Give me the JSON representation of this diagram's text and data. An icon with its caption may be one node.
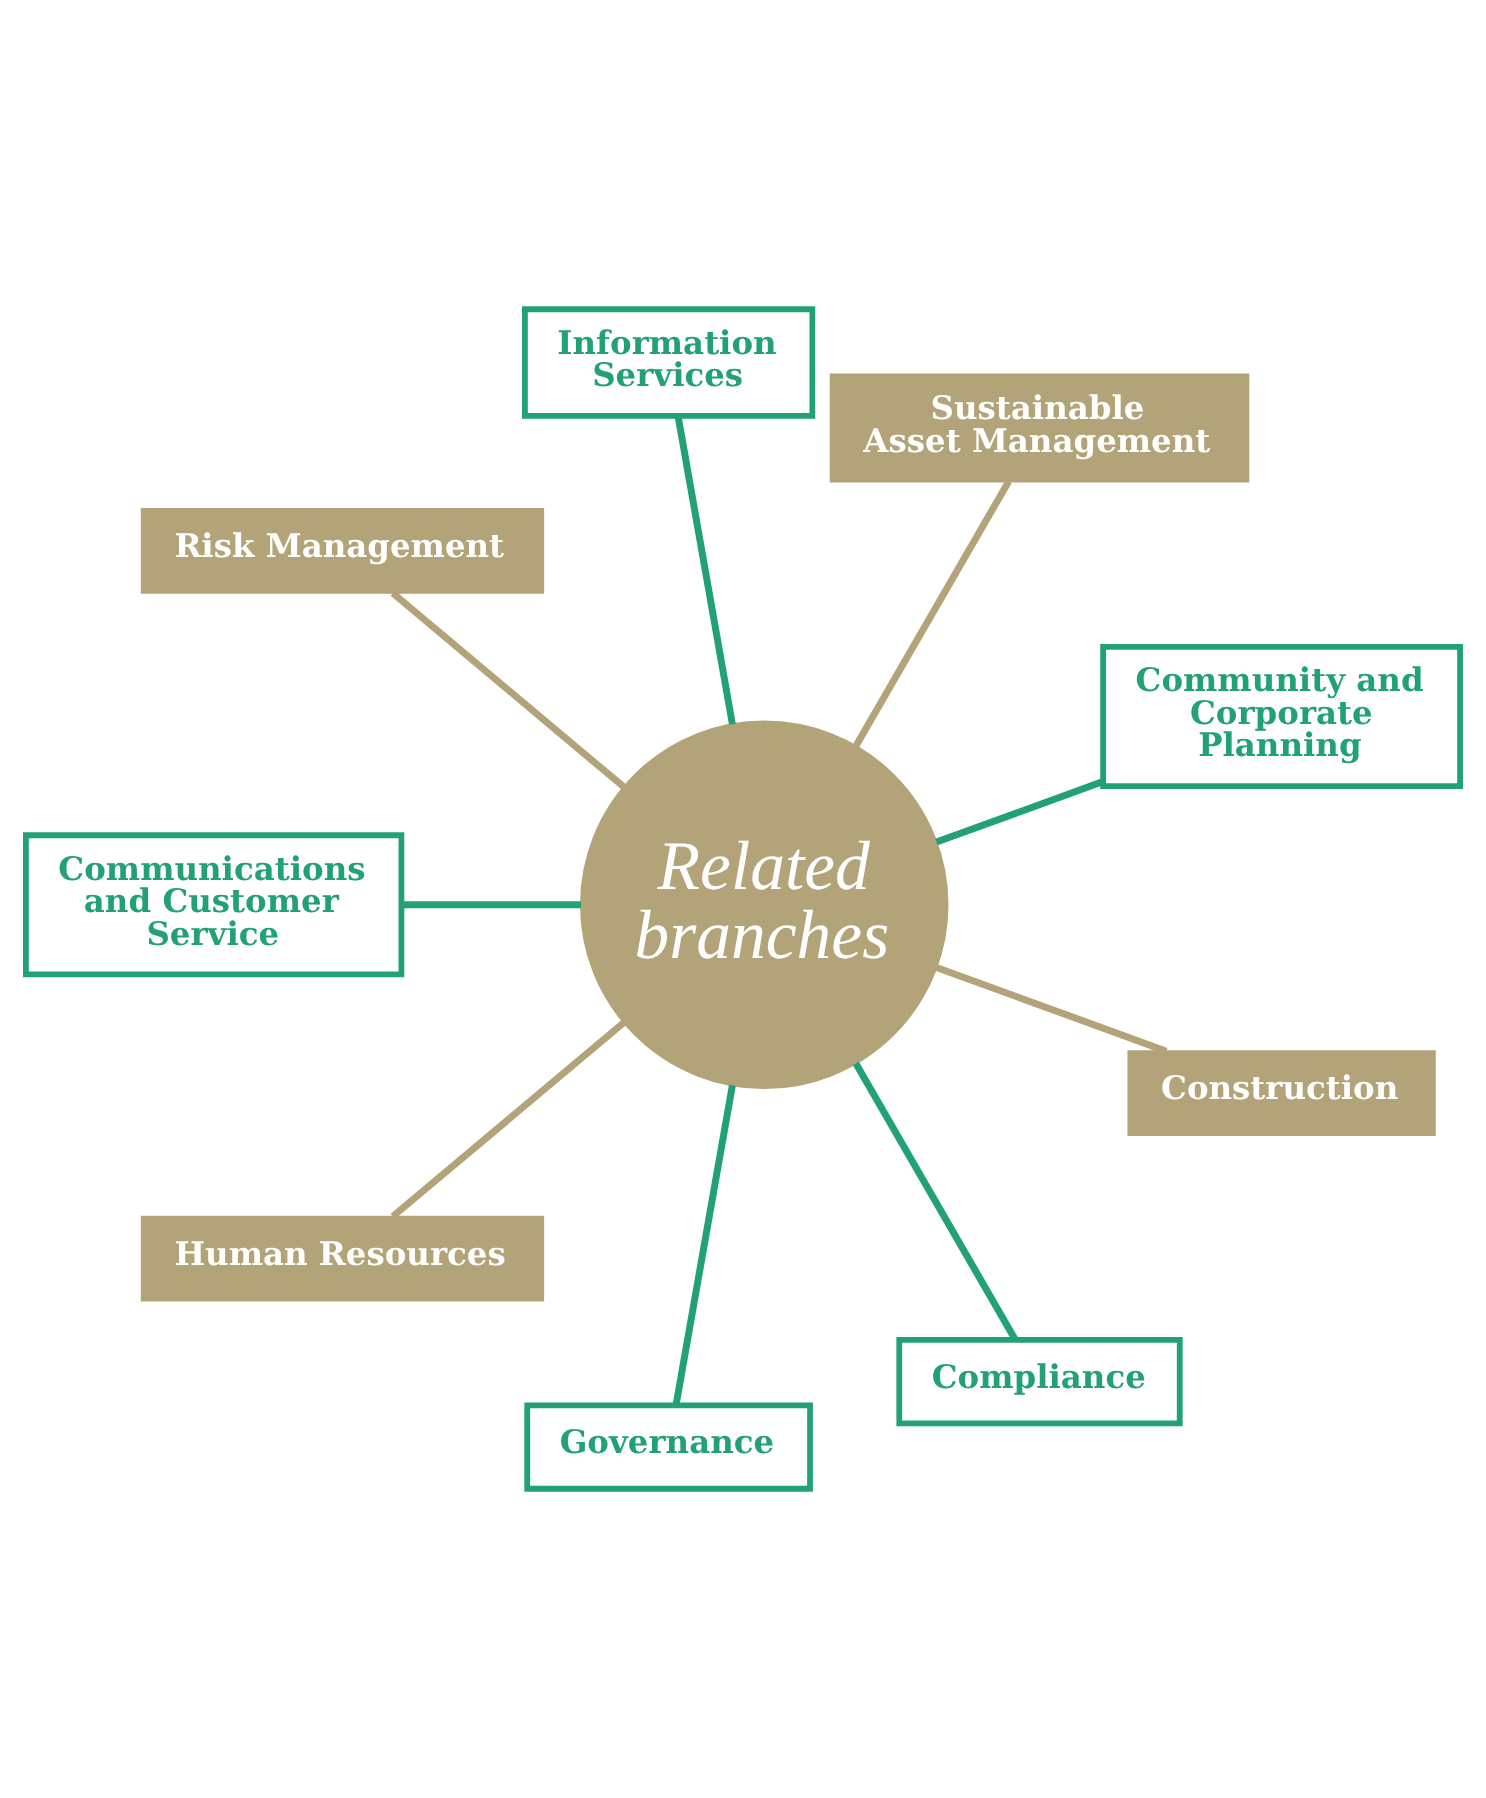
{
  "diagram": {
    "nodes": [
      {
        "text": [
          "Related branches"
        ]
      },
      {
        "text": [
          "Community and Corporate Planning"
        ]
      },
      {
        "text": [
          "Sustainable Asset Management"
        ]
      },
      {
        "text": [
          "Information Services"
        ]
      },
      {
        "text": [
          "Risk Management"
        ]
      },
      {
        "text": [
          "Communications and Customer Service"
        ]
      },
      {
        "text": [
          "Human Resources"
        ]
      },
      {
        "text": [
          "Governance"
        ]
      },
      {
        "text": [
          "Compliance"
        ]
      },
      {
        "text": [
          "Construction"
        ]
      }
    ],
    "edges": [
      {
        "from": 0,
        "to": 1,
        "arrow": "none"
      },
      {
        "from": 0,
        "to": 2,
        "arrow": "none",
        "color": "#b3a378"
      },
      {
        "from": 0,
        "to": 3,
        "arrow": "none"
      },
      {
        "from": 0,
        "to": 4,
        "arrow": "none",
        "color": "#b3a378"
      },
      {
        "from": 0,
        "to": 5,
        "arrow": "none"
      },
      {
        "from": 0,
        "to": 6,
        "arrow": "none",
        "color": "#b3a378"
      },
      {
        "from": 0,
        "to": 7,
        "arrow": "none"
      },
      {
        "from": 0,
        "to": 8,
        "arrow": "none"
      },
      {
        "from": 0,
        "to": 9,
        "arrow": "none",
        "color": "#b3a378"
      }
    ]
  }
}
